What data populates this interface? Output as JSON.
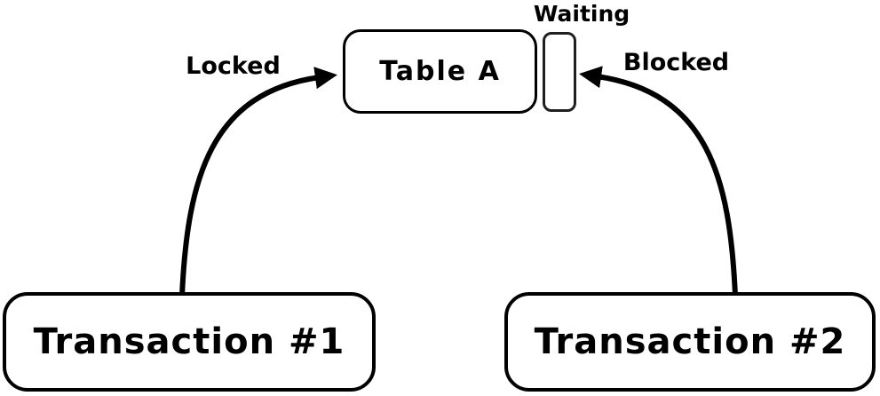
{
  "diagram": {
    "title_hint": "transaction-lock-blocking-diagram",
    "colors": {
      "background": "#ffffff",
      "ink": "#000000"
    },
    "nodes": {
      "table_a": {
        "label": "Table A"
      },
      "waiting_slot": {
        "label": ""
      },
      "transaction_1": {
        "label": "Transaction #1"
      },
      "transaction_2": {
        "label": "Transaction #2"
      }
    },
    "edges": {
      "locked": {
        "label": "Locked",
        "from": "Transaction #1",
        "to": "Table A"
      },
      "blocked": {
        "label": "Blocked",
        "from": "Transaction #2",
        "to": "Waiting slot"
      }
    },
    "annotations": {
      "waiting": {
        "label": "Waiting"
      }
    }
  }
}
